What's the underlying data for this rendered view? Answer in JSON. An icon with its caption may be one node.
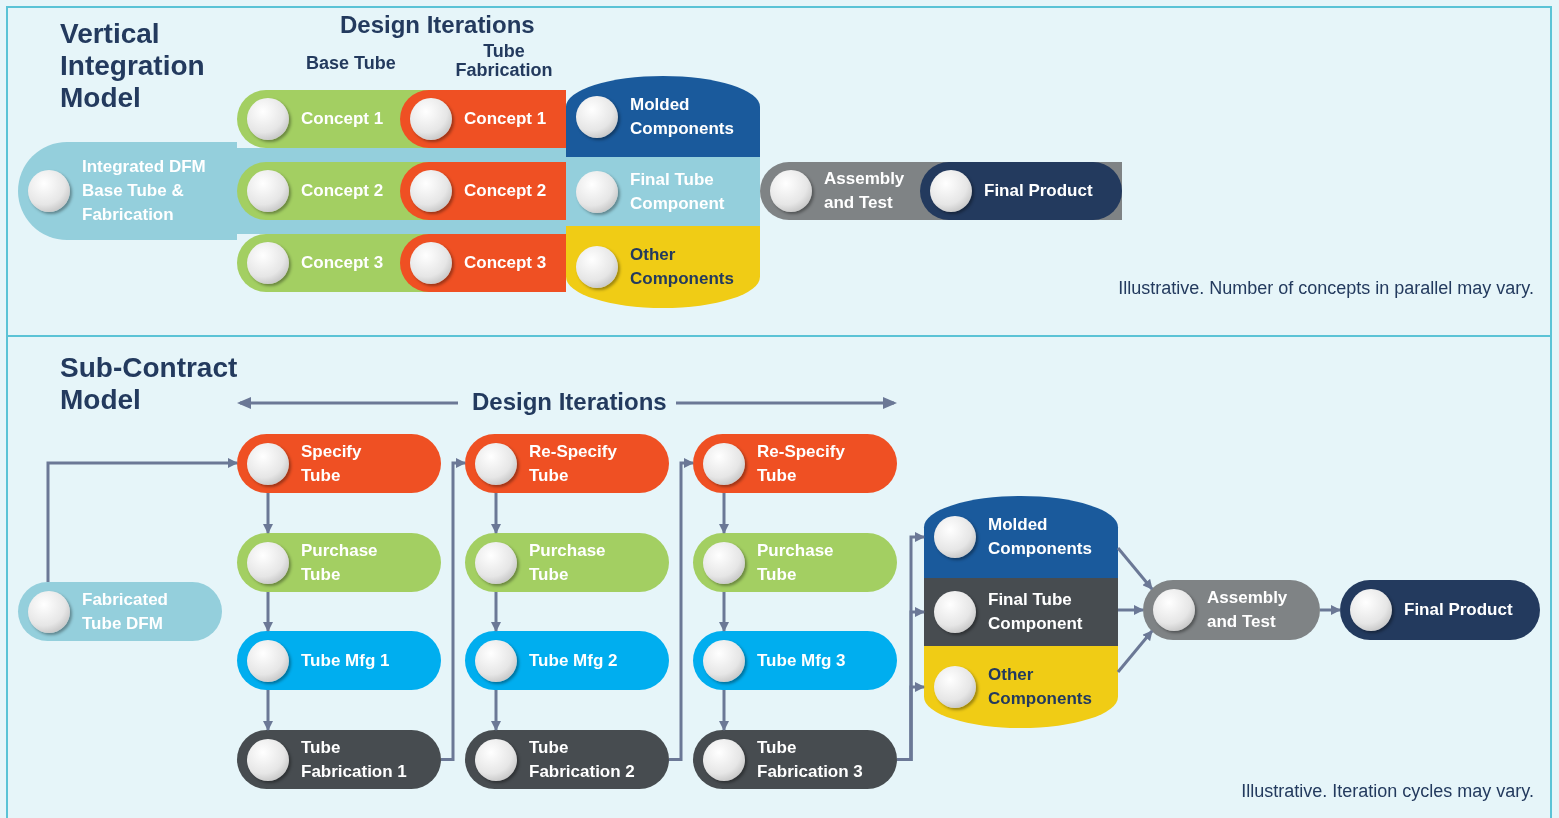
{
  "diagram": {
    "nodes": [
      {
        "text": [
          "Integrated DFM Base Tube & Fabrication"
        ]
      },
      {
        "text": [
          "Concept 1"
        ]
      },
      {
        "text": [
          "Concept 2"
        ]
      },
      {
        "text": [
          "Concept 3"
        ]
      },
      {
        "text": [
          "Concept 1"
        ]
      },
      {
        "text": [
          "Concept 2"
        ]
      },
      {
        "text": [
          "Concept 3"
        ]
      },
      {
        "text": [
          "Molded Components"
        ]
      },
      {
        "text": [
          "Final Tube Component"
        ]
      },
      {
        "text": [
          "Other Components"
        ]
      },
      {
        "text": [
          "Assembly and Test"
        ]
      },
      {
        "text": [
          "Final Product"
        ]
      },
      {
        "text": [
          "Fabricated Tube DFM"
        ]
      },
      {
        "text": [
          "Specify Tube"
        ]
      },
      {
        "text": [
          "Purchase Tube"
        ]
      },
      {
        "text": [
          "Tube Mfg 1"
        ]
      },
      {
        "text": [
          "Tube Fabrication 1"
        ]
      },
      {
        "text": [
          "Re-Specify Tube"
        ]
      },
      {
        "text": [
          "Purchase Tube"
        ]
      },
      {
        "text": [
          "Tube Mfg 2"
        ]
      },
      {
        "text": [
          "Tube Fabrication 2"
        ]
      },
      {
        "text": [
          "Re-Specify Tube"
        ]
      },
      {
        "text": [
          "Purchase Tube"
        ]
      },
      {
        "text": [
          "Tube Mfg 3"
        ]
      },
      {
        "text": [
          "Tube Fabrication 3"
        ]
      },
      {
        "text": [
          "Molded Components"
        ]
      },
      {
        "text": [
          "Final Tube Component"
        ]
      },
      {
        "text": [
          "Other Components"
        ]
      },
      {
        "text": [
          "Assembly and Test"
        ]
      },
      {
        "text": [
          "Final Product"
        ]
      }
    ],
    "edges": [
      {
        "from": 12,
        "to": 13,
        "arrow": "to"
      },
      {
        "from": 13,
        "to": 14,
        "arrow": "to"
      },
      {
        "from": 14,
        "to": 15,
        "arrow": "to"
      },
      {
        "from": 15,
        "to": 16,
        "arrow": "to"
      },
      {
        "from": 16,
        "to": 17,
        "arrow": "to"
      },
      {
        "from": 17,
        "to": 18,
        "arrow": "to"
      },
      {
        "from": 18,
        "to": 19,
        "arrow": "to"
      },
      {
        "from": 19,
        "to": 20,
        "arrow": "to"
      },
      {
        "from": 20,
        "to": 21,
        "arrow": "to"
      },
      {
        "from": 21,
        "to": 22,
        "arrow": "to"
      },
      {
        "from": 22,
        "to": 23,
        "arrow": "to"
      },
      {
        "from": 23,
        "to": 24,
        "arrow": "to"
      },
      {
        "from": 24,
        "to": 25,
        "arrow": "to"
      },
      {
        "from": 24,
        "to": 26,
        "arrow": "to"
      },
      {
        "from": 24,
        "to": 27,
        "arrow": "to"
      },
      {
        "from": 25,
        "to": 28,
        "arrow": "to"
      },
      {
        "from": 26,
        "to": 28,
        "arrow": "to"
      },
      {
        "from": 27,
        "to": 28,
        "arrow": "to"
      },
      {
        "from": 28,
        "to": 29,
        "arrow": "to"
      }
    ],
    "labels": [
      "Vertical Integration Model",
      "Design Iterations",
      "Base Tube",
      "Tube Fabrication",
      "Illustrative. Number of concepts in parallel may vary.",
      "Sub-Contract Model",
      "Design Iterations",
      "Illustrative. Iteration cycles may vary."
    ]
  }
}
